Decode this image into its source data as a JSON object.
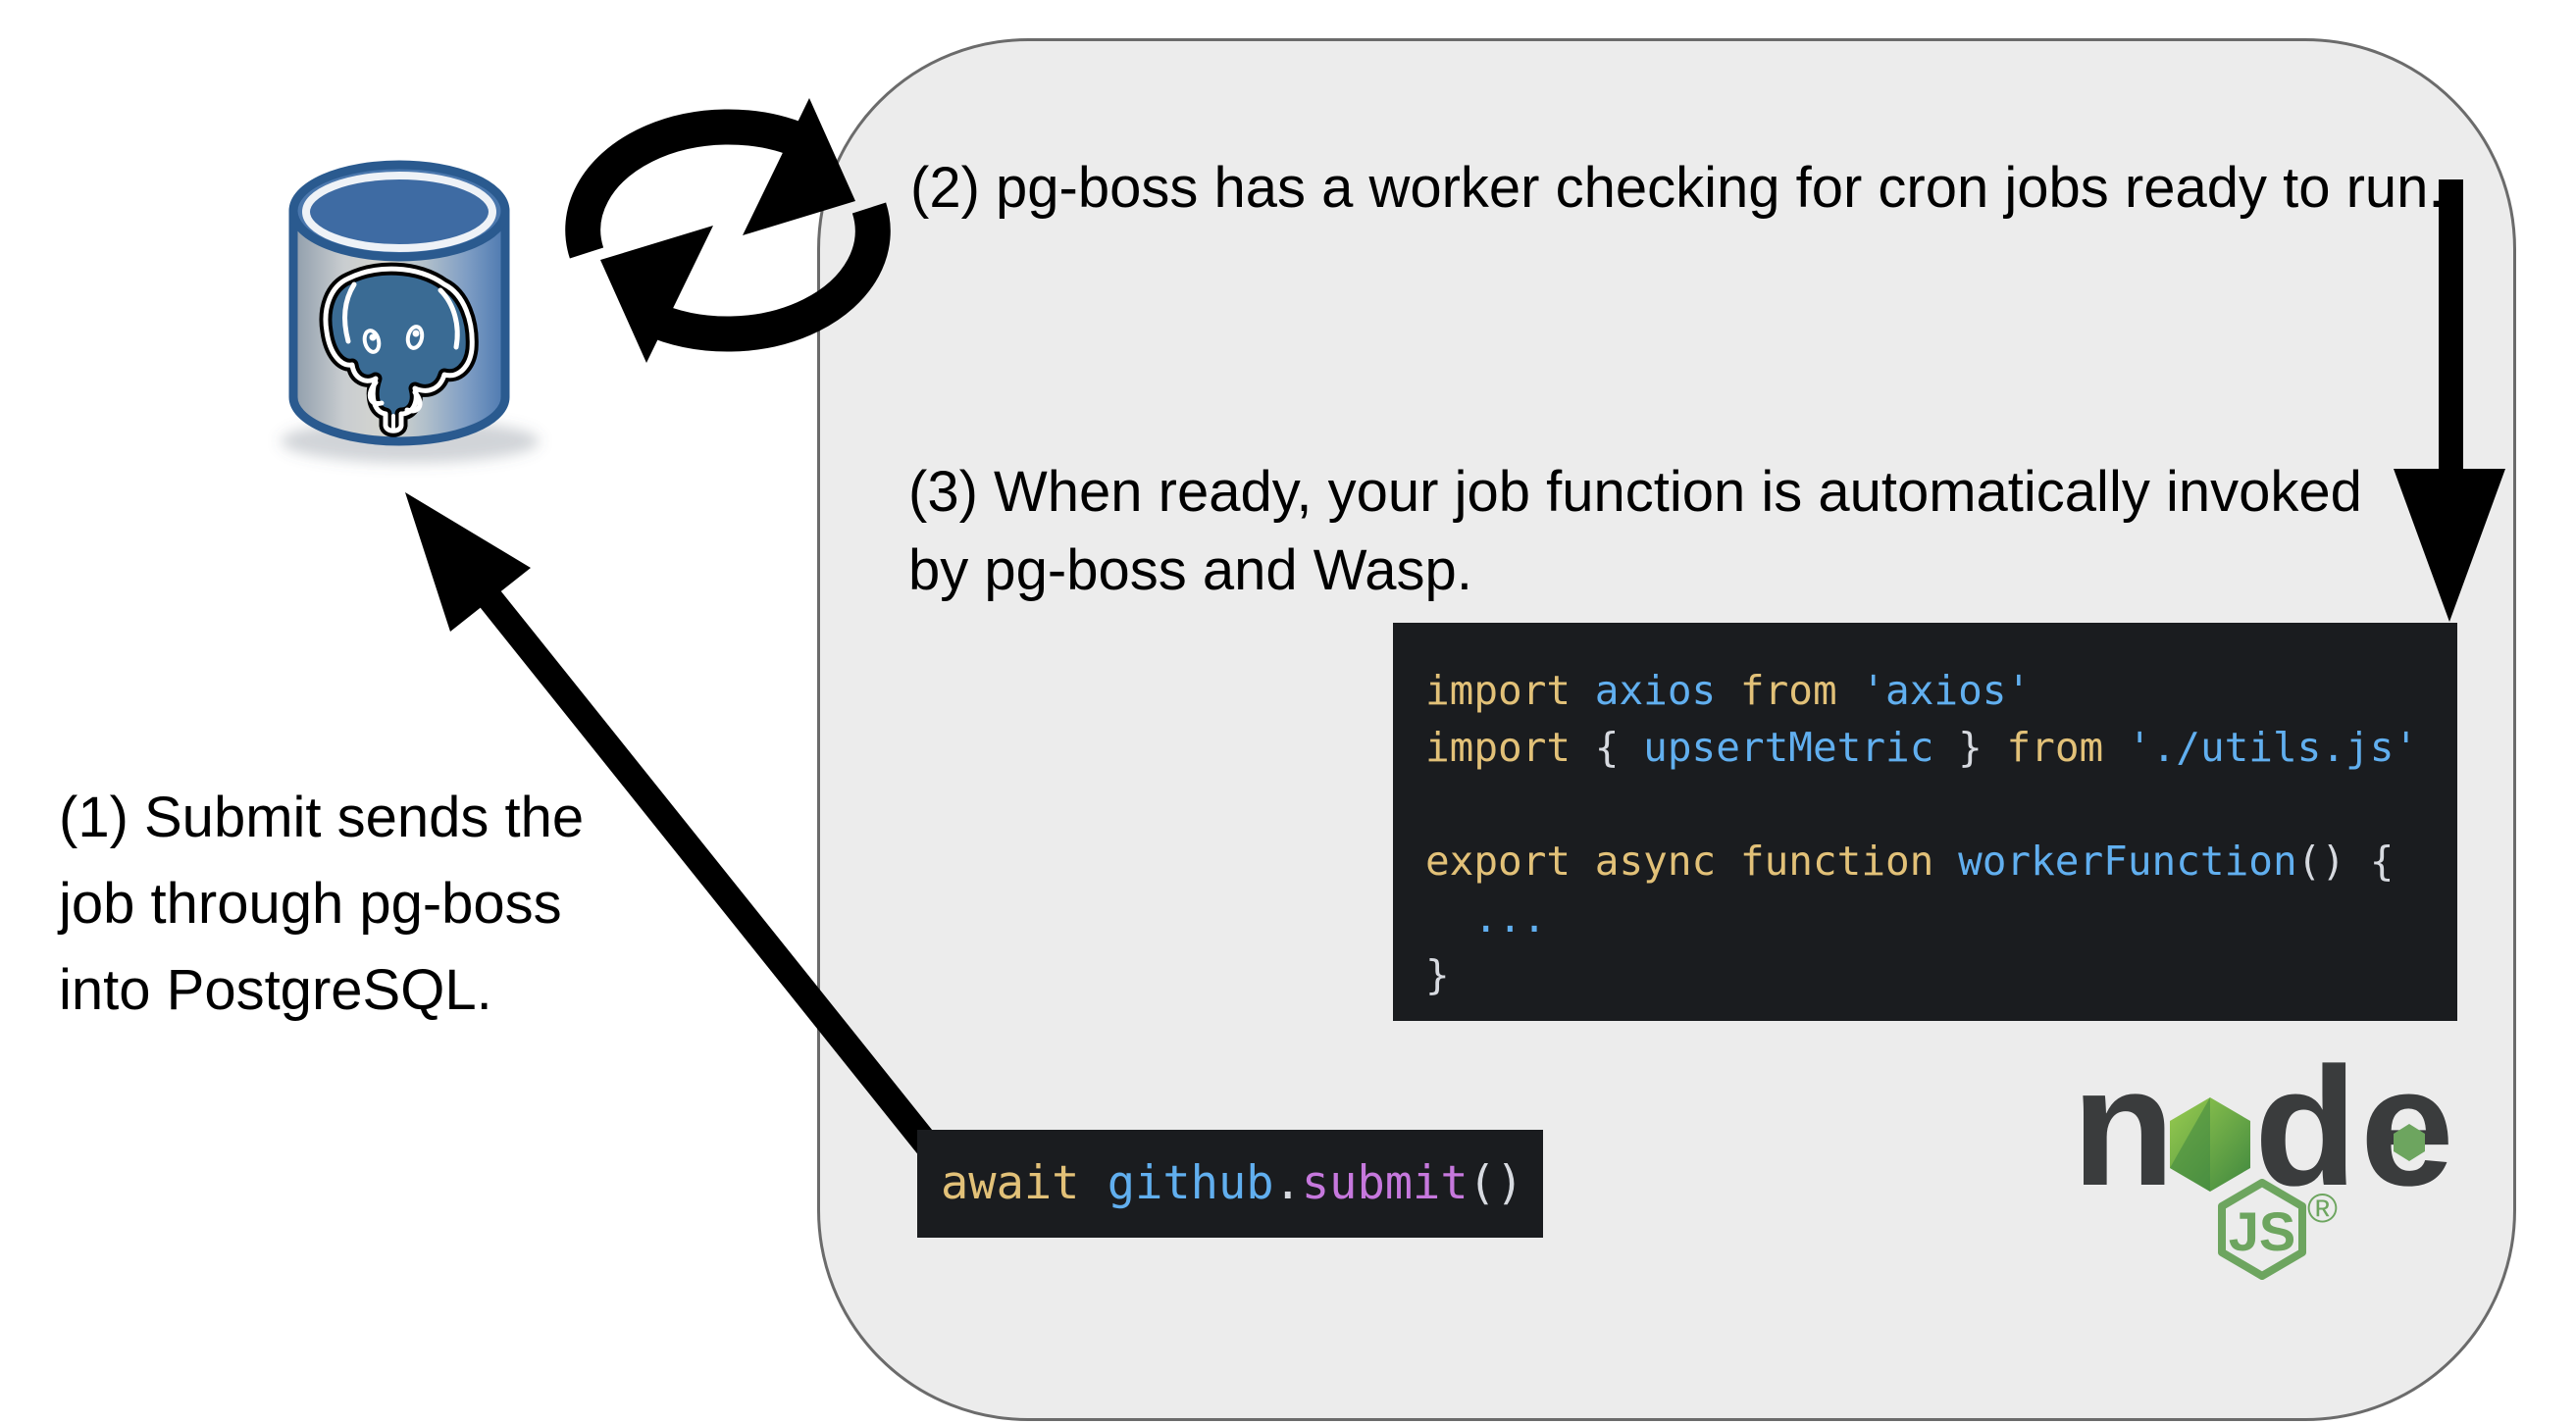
{
  "labels": {
    "step1": {
      "lines": [
        "(1) Submit sends the",
        "job through pg-boss",
        "into PostgreSQL."
      ]
    },
    "step2": {
      "lines": [
        "(2) pg-boss has a worker checking for cron jobs ready to run."
      ]
    },
    "step3": {
      "lines": [
        "(3) When ready, your job function is automatically invoked",
        "by pg-boss and Wasp."
      ]
    }
  },
  "code_blocks": {
    "worker": {
      "text": "import axios from 'axios'\nimport { upsertMetric } from './utils.js'\n\nexport async function workerFunction() {\n  ...\n}",
      "lines": [
        [
          {
            "t": "import ",
            "c": "kw"
          },
          {
            "t": "axios",
            "c": "id"
          },
          {
            "t": " ",
            "c": "pl"
          },
          {
            "t": "from",
            "c": "kw"
          },
          {
            "t": " ",
            "c": "pl"
          },
          {
            "t": "'axios'",
            "c": "str"
          }
        ],
        [
          {
            "t": "import ",
            "c": "kw"
          },
          {
            "t": "{ ",
            "c": "pl"
          },
          {
            "t": "upsertMetric",
            "c": "id"
          },
          {
            "t": " }",
            "c": "pl"
          },
          {
            "t": " ",
            "c": "pl"
          },
          {
            "t": "from",
            "c": "kw"
          },
          {
            "t": " ",
            "c": "pl"
          },
          {
            "t": "'./utils.js'",
            "c": "str"
          }
        ],
        [],
        [
          {
            "t": "export async function ",
            "c": "kw"
          },
          {
            "t": "workerFunction",
            "c": "id"
          },
          {
            "t": "() {",
            "c": "pl"
          }
        ],
        [
          {
            "t": "  ",
            "c": "pl"
          },
          {
            "t": "...",
            "c": "id"
          }
        ],
        [
          {
            "t": "}",
            "c": "pl"
          }
        ]
      ]
    },
    "submit": {
      "text": "await github.submit()",
      "lines": [
        [
          {
            "t": "await ",
            "c": "kw"
          },
          {
            "t": "github",
            "c": "id"
          },
          {
            "t": ".",
            "c": "pl"
          },
          {
            "t": "submit",
            "c": "purple"
          },
          {
            "t": "()",
            "c": "pl"
          }
        ]
      ]
    }
  },
  "node_logo": {
    "letter_n": "n",
    "letter_d": "d",
    "letter_e": "e",
    "js_badge": "JS",
    "registered_mark": "®"
  },
  "icons": {
    "postgres": "postgresql-database-logo",
    "cycle": "cycle-refresh-arrows-icon",
    "down_arrow": "down-arrow",
    "submit_arrow": "submit-up-left-arrow",
    "nodejs": "nodejs-logo"
  },
  "colors": {
    "panel_background": "#ececec",
    "panel_border": "#6b6b6b",
    "code_background": "#1a1c1f",
    "code_keyword": "#e2c178",
    "code_identifier": "#61afef",
    "code_string": "#61afef",
    "code_punctuation": "#d7dae0",
    "code_method": "#c678dd",
    "arrow_black": "#000000",
    "postgres_blue": "#4a77ad",
    "postgres_elephant_blue": "#3a6b94",
    "node_green": "#6da55f",
    "node_dark": "#3a3c3d"
  }
}
